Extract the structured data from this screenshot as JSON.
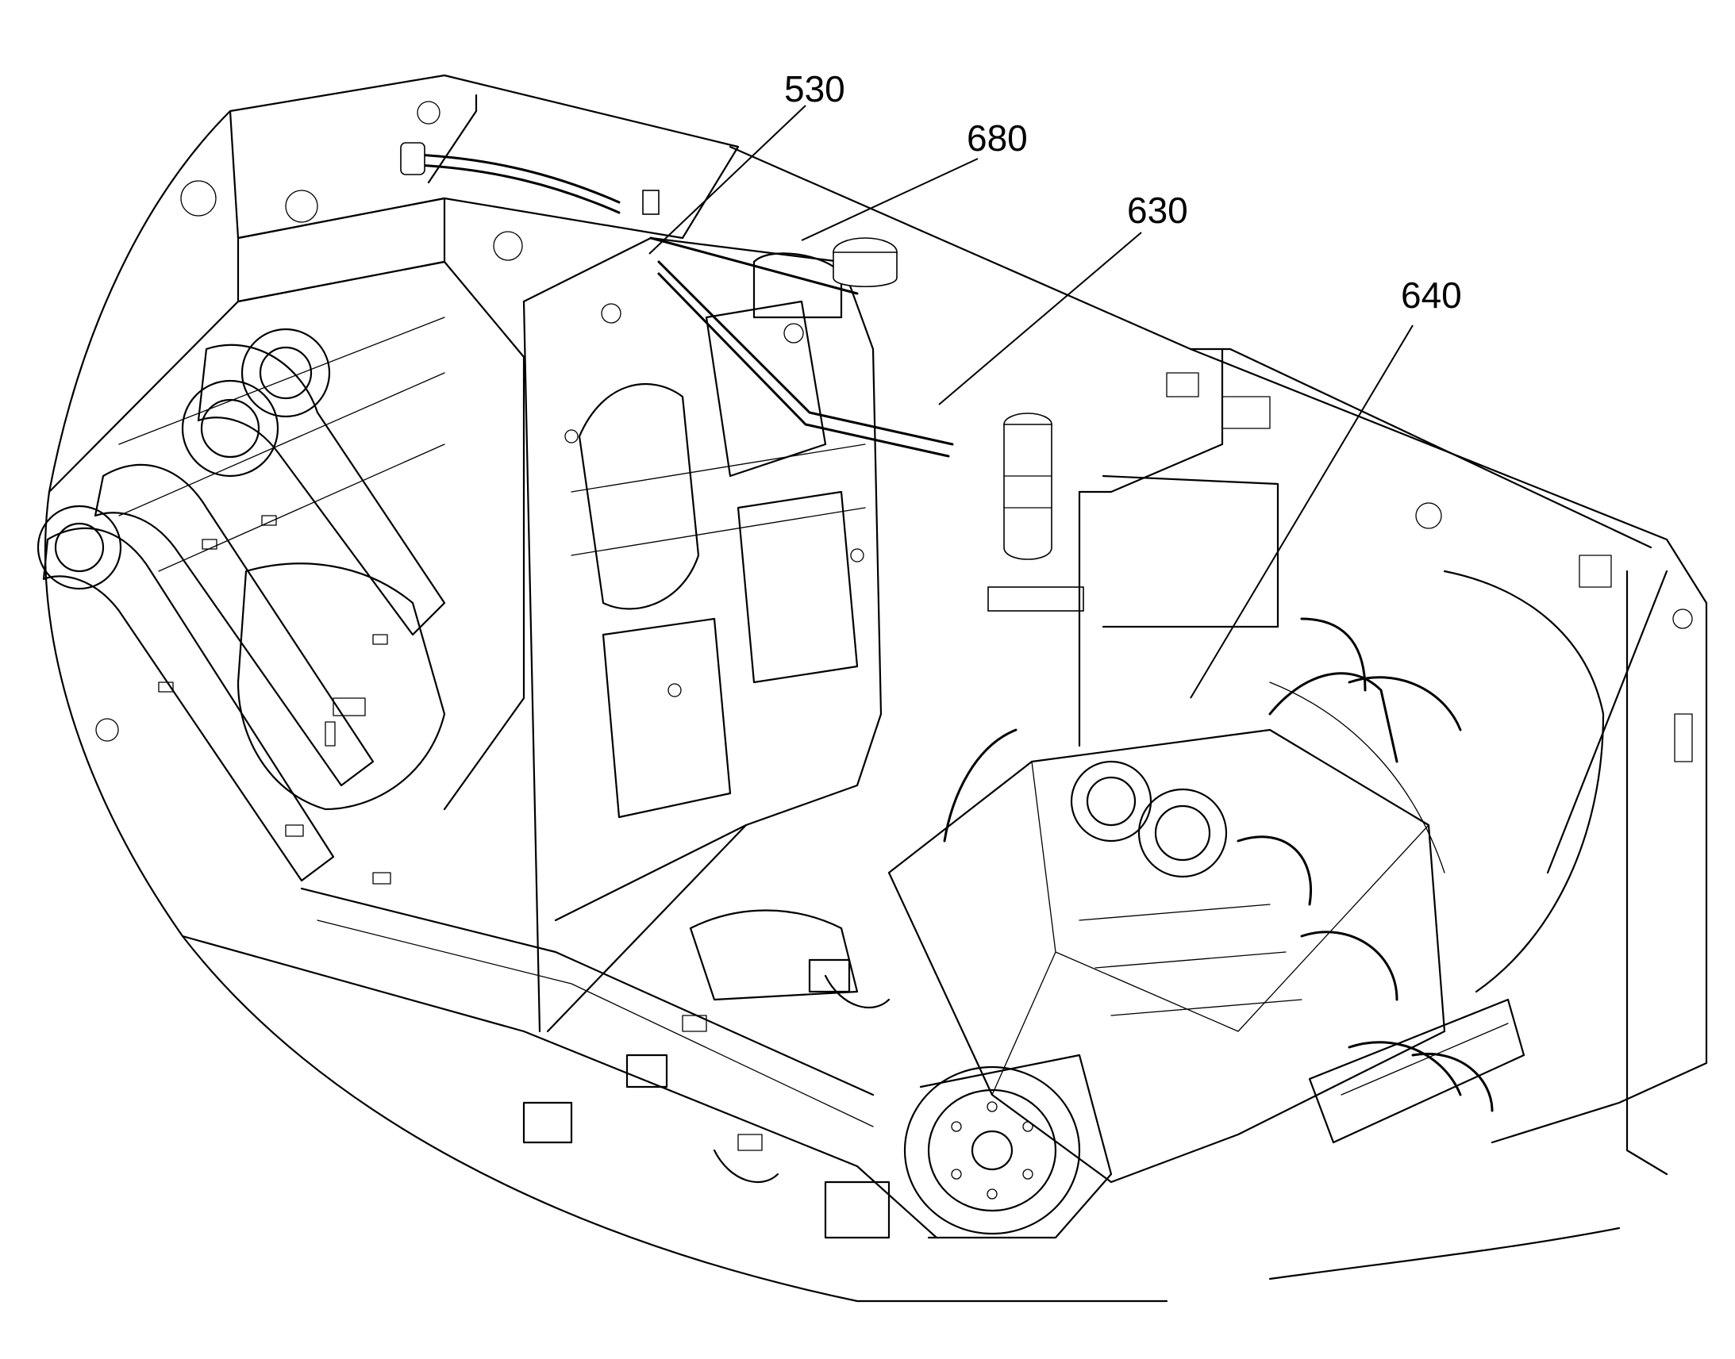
{
  "figure": {
    "reference_labels": [
      {
        "id": "530",
        "text": "530"
      },
      {
        "id": "680",
        "text": "680"
      },
      {
        "id": "630",
        "text": "630"
      },
      {
        "id": "640",
        "text": "640"
      }
    ]
  }
}
